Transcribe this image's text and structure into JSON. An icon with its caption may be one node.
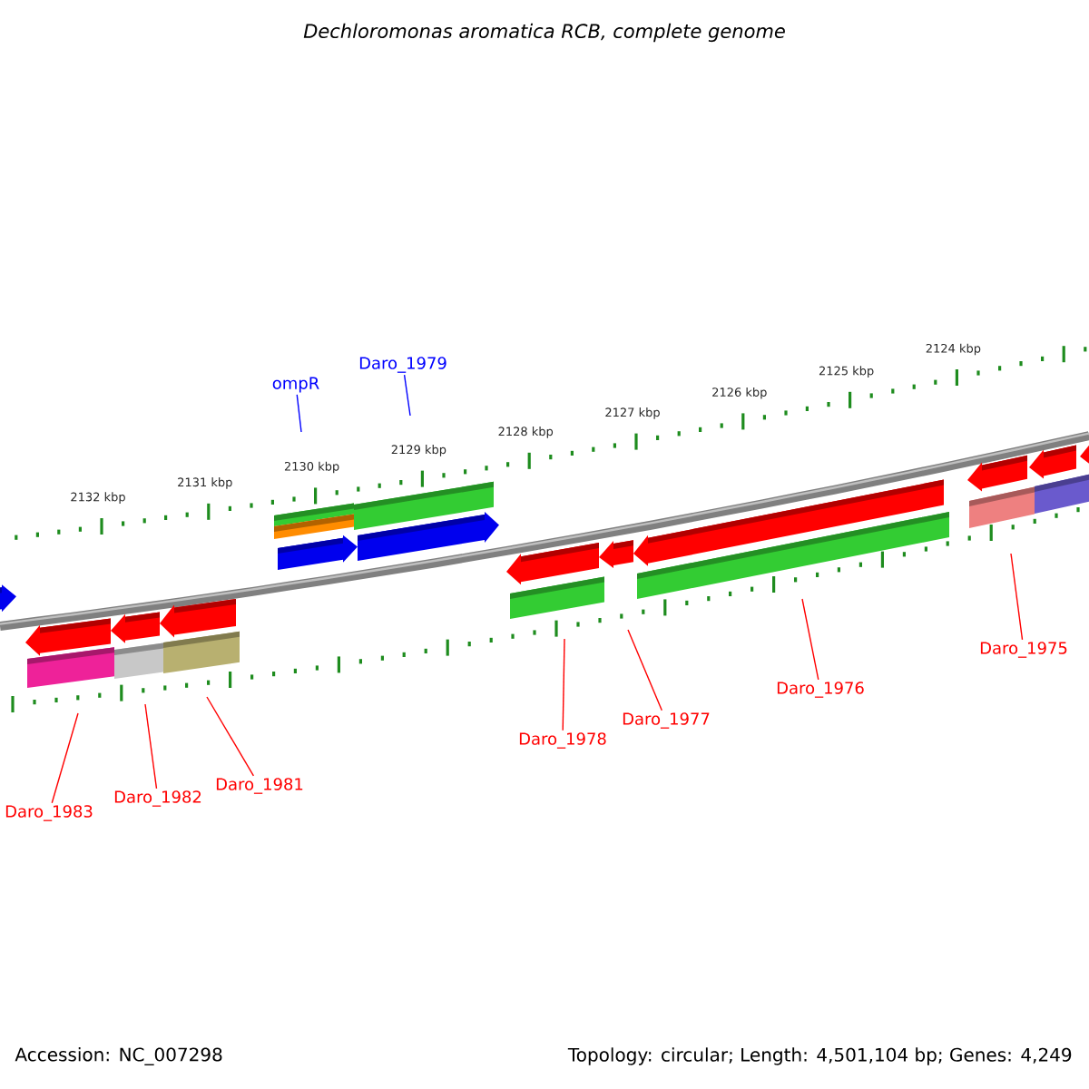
{
  "diagram": {
    "title": "Dechloromonas aromatica RCB, complete genome",
    "nodes": [
      {
        "text": [
          "Daro_1983"
        ]
      },
      {
        "text": [
          "Daro_1982"
        ]
      },
      {
        "text": [
          "Daro_1981"
        ]
      },
      {
        "text": [
          "ompR"
        ]
      },
      {
        "text": [
          "Daro_1979"
        ]
      },
      {
        "text": [
          "Daro_1978"
        ]
      },
      {
        "text": [
          "Daro_1977"
        ]
      },
      {
        "text": [
          "Daro_1976"
        ]
      },
      {
        "text": [
          "Daro_1975"
        ]
      }
    ],
    "edges": [
      {
        "from": 0,
        "to": null,
        "arrow": "none"
      },
      {
        "from": 1,
        "to": null,
        "arrow": "none"
      },
      {
        "from": 2,
        "to": null,
        "arrow": "none"
      },
      {
        "from": 3,
        "to": null,
        "arrow": "none",
        "color": "#0000ff"
      },
      {
        "from": 4,
        "to": null,
        "arrow": "none",
        "color": "#0000ff"
      },
      {
        "from": 5,
        "to": null,
        "arrow": "none"
      },
      {
        "from": 6,
        "to": null,
        "arrow": "none"
      },
      {
        "from": 7,
        "to": null,
        "arrow": "none"
      },
      {
        "from": 8,
        "to": null,
        "arrow": "none"
      }
    ],
    "labels": [
      "2132 kbp",
      "2131 kbp",
      "2130 kbp",
      "2129 kbp",
      "2128 kbp",
      "2127 kbp",
      "2126 kbp",
      "2125 kbp",
      "2124 kbp",
      "Accession: NC_007298",
      "Topology: circular; Length: 4,501,104 bp; Genes: 4,249"
    ]
  }
}
